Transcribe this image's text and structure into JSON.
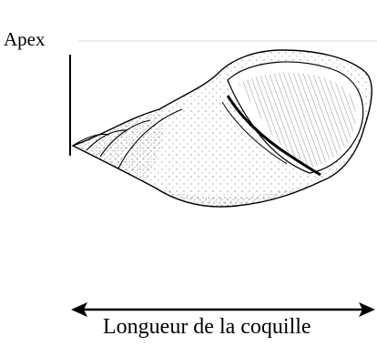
{
  "labels": {
    "apex": "Apex",
    "shell_length": "Longueur de la coquille"
  },
  "colors": {
    "ink": "#000000",
    "hairline": "#d9d9d9",
    "background": "#ffffff"
  },
  "icons": {
    "shell": "snail-shell-illustration",
    "length_arrow": "double-headed-arrow",
    "apex_marker": "vertical-line"
  }
}
